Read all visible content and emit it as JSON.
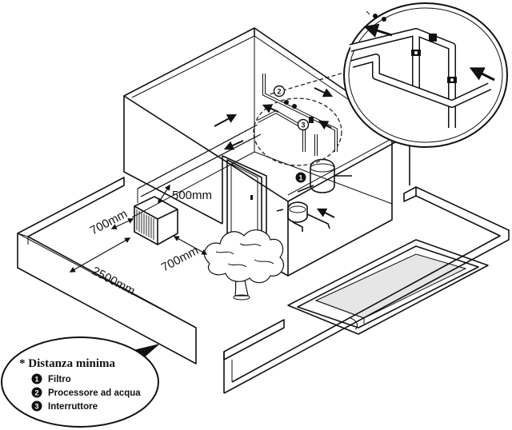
{
  "dimensions": {
    "clearance_top": "500mm",
    "clearance_side": "700mm",
    "clearance_front": "700mm",
    "clearance_wall": "2500mm"
  },
  "legend": {
    "title": "* Distanza minima",
    "items": [
      {
        "num": "1",
        "label": "Filtro"
      },
      {
        "num": "2",
        "label": "Processore ad acqua"
      },
      {
        "num": "3",
        "label": "Interruttore"
      }
    ]
  },
  "markers": {
    "filter": "1",
    "processor": "2",
    "switch": "3"
  }
}
